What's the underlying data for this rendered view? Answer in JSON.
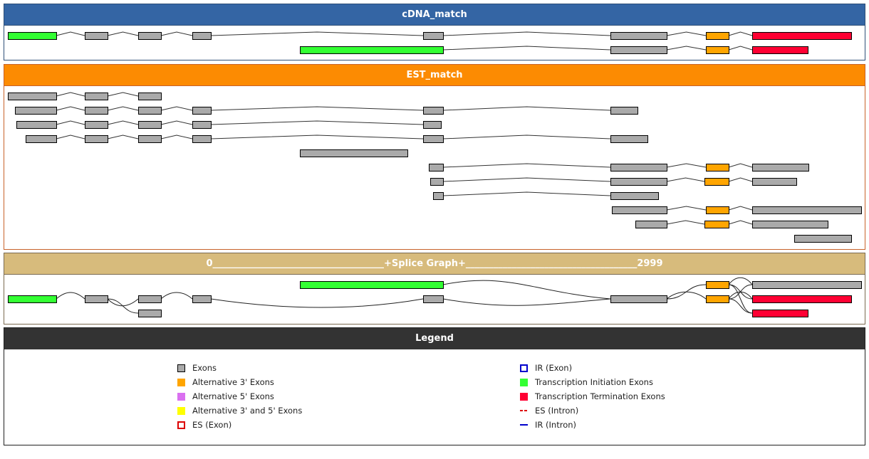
{
  "colors": {
    "exon": "#aaaaaa",
    "alt3": "#ffa500",
    "alt5": "#da70f0",
    "alt35": "#ffff00",
    "tss": "#33ff33",
    "tes": "#ff0033",
    "es": "#dd0000",
    "ir": "#0000cc"
  },
  "panels": {
    "cdna": {
      "title": "cDNA_match"
    },
    "est": {
      "title": "EST_match"
    },
    "splice": {
      "title": "0_____________________________________+Splice Graph+_____________________________________2999"
    },
    "legend": {
      "title": "Legend"
    }
  },
  "tracks": {
    "cdna": [
      {
        "exons": [
          [
            11,
            79,
            "tss"
          ],
          [
            119,
            151,
            "exon"
          ],
          [
            194,
            226,
            "exon"
          ],
          [
            270,
            296,
            "exon"
          ],
          [
            594,
            622,
            "exon"
          ],
          [
            857,
            936,
            "exon"
          ],
          [
            991,
            1023,
            "alt3"
          ],
          [
            1056,
            1195,
            "tes"
          ]
        ]
      },
      {
        "exons": [
          [
            421,
            622,
            "tss"
          ],
          [
            857,
            936,
            "exon"
          ],
          [
            991,
            1023,
            "alt3"
          ],
          [
            1056,
            1134,
            "tes"
          ]
        ]
      }
    ],
    "est": [
      {
        "exons": [
          [
            11,
            79,
            "exon"
          ],
          [
            119,
            151,
            "exon"
          ],
          [
            194,
            226,
            "exon"
          ]
        ]
      },
      {
        "exons": [
          [
            21,
            79,
            "exon"
          ],
          [
            119,
            151,
            "exon"
          ],
          [
            194,
            226,
            "exon"
          ],
          [
            270,
            296,
            "exon"
          ],
          [
            594,
            622,
            "exon"
          ],
          [
            857,
            895,
            "exon"
          ]
        ]
      },
      {
        "exons": [
          [
            23,
            79,
            "exon"
          ],
          [
            119,
            151,
            "exon"
          ],
          [
            194,
            226,
            "exon"
          ],
          [
            270,
            296,
            "exon"
          ],
          [
            594,
            619,
            "exon"
          ]
        ]
      },
      {
        "exons": [
          [
            36,
            79,
            "exon"
          ],
          [
            119,
            151,
            "exon"
          ],
          [
            194,
            226,
            "exon"
          ],
          [
            270,
            296,
            "exon"
          ],
          [
            594,
            622,
            "exon"
          ],
          [
            857,
            909,
            "exon"
          ]
        ]
      },
      {
        "exons": [
          [
            421,
            572,
            "exon"
          ]
        ]
      },
      {
        "exons": [
          [
            602,
            622,
            "exon"
          ],
          [
            857,
            936,
            "exon"
          ],
          [
            991,
            1023,
            "alt3"
          ],
          [
            1056,
            1135,
            "exon"
          ]
        ]
      },
      {
        "exons": [
          [
            604,
            622,
            "exon"
          ],
          [
            857,
            936,
            "exon"
          ],
          [
            989,
            1023,
            "alt3"
          ],
          [
            1056,
            1118,
            "exon"
          ]
        ]
      },
      {
        "exons": [
          [
            608,
            622,
            "exon"
          ],
          [
            857,
            924,
            "exon"
          ]
        ]
      },
      {
        "exons": [
          [
            859,
            936,
            "exon"
          ],
          [
            991,
            1023,
            "alt3"
          ],
          [
            1056,
            1209,
            "exon"
          ]
        ]
      },
      {
        "exons": [
          [
            892,
            936,
            "exon"
          ],
          [
            989,
            1023,
            "alt3"
          ],
          [
            1056,
            1162,
            "exon"
          ]
        ]
      },
      {
        "exons": [
          [
            1115,
            1195,
            "exon"
          ]
        ]
      }
    ],
    "splice_graph": {
      "nodes": [
        {
          "id": "n1",
          "x": [
            11,
            79
          ],
          "row": 1,
          "type": "tss"
        },
        {
          "id": "n2",
          "x": [
            119,
            151
          ],
          "row": 1,
          "type": "exon"
        },
        {
          "id": "n3",
          "x": [
            194,
            226
          ],
          "row": 1,
          "type": "exon"
        },
        {
          "id": "n4",
          "x": [
            194,
            226
          ],
          "row": 2,
          "type": "exon"
        },
        {
          "id": "n5",
          "x": [
            270,
            296
          ],
          "row": 1,
          "type": "exon"
        },
        {
          "id": "n6",
          "x": [
            421,
            622
          ],
          "row": 0,
          "type": "tss"
        },
        {
          "id": "n7",
          "x": [
            594,
            622
          ],
          "row": 1,
          "type": "exon"
        },
        {
          "id": "n8",
          "x": [
            857,
            936
          ],
          "row": 1,
          "type": "exon"
        },
        {
          "id": "n9",
          "x": [
            991,
            1023
          ],
          "row": 0,
          "type": "alt3"
        },
        {
          "id": "n10",
          "x": [
            991,
            1023
          ],
          "row": 1,
          "type": "alt3"
        },
        {
          "id": "n11",
          "x": [
            1056,
            1209
          ],
          "row": 0,
          "type": "exon"
        },
        {
          "id": "n12",
          "x": [
            1056,
            1195
          ],
          "row": 1,
          "type": "tes"
        },
        {
          "id": "n13",
          "x": [
            1056,
            1134
          ],
          "row": 2,
          "type": "tes"
        }
      ],
      "edges": [
        [
          "n1",
          "n2"
        ],
        [
          "n2",
          "n3"
        ],
        [
          "n2",
          "n4"
        ],
        [
          "n3",
          "n5"
        ],
        [
          "n5",
          "n7"
        ],
        [
          "n6",
          "n8"
        ],
        [
          "n7",
          "n8"
        ],
        [
          "n8",
          "n9"
        ],
        [
          "n8",
          "n10"
        ],
        [
          "n9",
          "n11"
        ],
        [
          "n9",
          "n12"
        ],
        [
          "n9",
          "n13"
        ],
        [
          "n10",
          "n11"
        ],
        [
          "n10",
          "n12"
        ],
        [
          "n10",
          "n13"
        ]
      ]
    }
  },
  "legend": {
    "left": [
      {
        "label": "Exons",
        "kind": "box",
        "color": "exon"
      },
      {
        "label": "Alternative 3' Exons",
        "kind": "fill",
        "color": "alt3"
      },
      {
        "label": "Alternative 5' Exons",
        "kind": "fill",
        "color": "alt5"
      },
      {
        "label": "Alternative 3' and 5' Exons",
        "kind": "fill",
        "color": "alt35"
      },
      {
        "label": "ES (Exon)",
        "kind": "dashed-box",
        "color": "es"
      }
    ],
    "right": [
      {
        "label": "IR (Exon)",
        "kind": "outline-box",
        "color": "ir"
      },
      {
        "label": "Transcription Initiation Exons",
        "kind": "fill",
        "color": "tss"
      },
      {
        "label": "Transcription Termination Exons",
        "kind": "fill",
        "color": "tes"
      },
      {
        "label": "ES (Intron)",
        "kind": "dashed-line",
        "color": "es"
      },
      {
        "label": "IR (Intron)",
        "kind": "line",
        "color": "ir"
      }
    ]
  }
}
